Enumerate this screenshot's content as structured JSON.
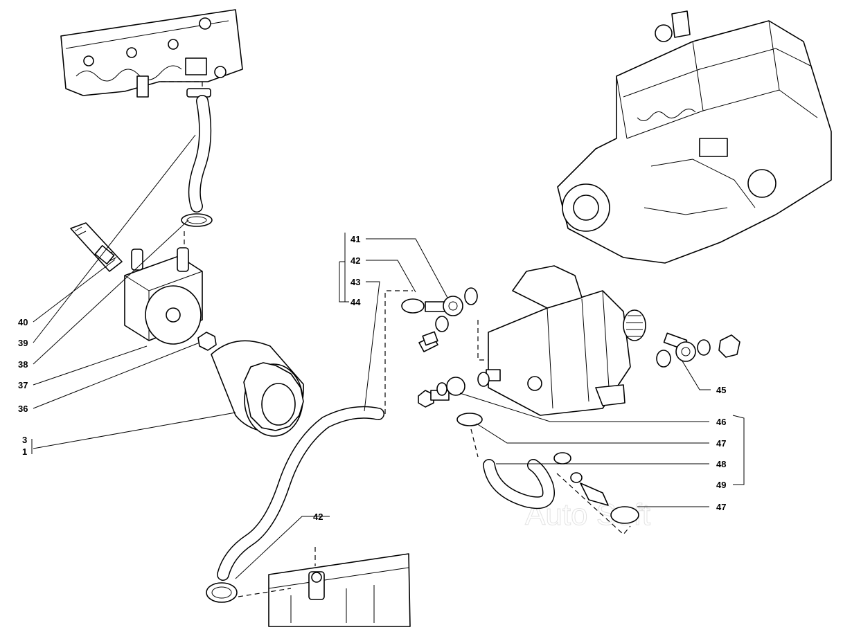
{
  "watermark": "Auto Soft",
  "callouts": [
    {
      "id": "c40",
      "text": "40"
    },
    {
      "id": "c39",
      "text": "39"
    },
    {
      "id": "c38",
      "text": "38"
    },
    {
      "id": "c37",
      "text": "37"
    },
    {
      "id": "c36",
      "text": "36"
    },
    {
      "id": "c3",
      "text": "3"
    },
    {
      "id": "c1",
      "text": "1"
    },
    {
      "id": "c41",
      "text": "41"
    },
    {
      "id": "c42a",
      "text": "42"
    },
    {
      "id": "c43",
      "text": "43"
    },
    {
      "id": "c44",
      "text": "44"
    },
    {
      "id": "c42b",
      "text": "42"
    },
    {
      "id": "c45",
      "text": "45"
    },
    {
      "id": "c46",
      "text": "46"
    },
    {
      "id": "c47a",
      "text": "47"
    },
    {
      "id": "c48",
      "text": "48"
    },
    {
      "id": "c49",
      "text": "49"
    },
    {
      "id": "c47b",
      "text": "47"
    }
  ]
}
